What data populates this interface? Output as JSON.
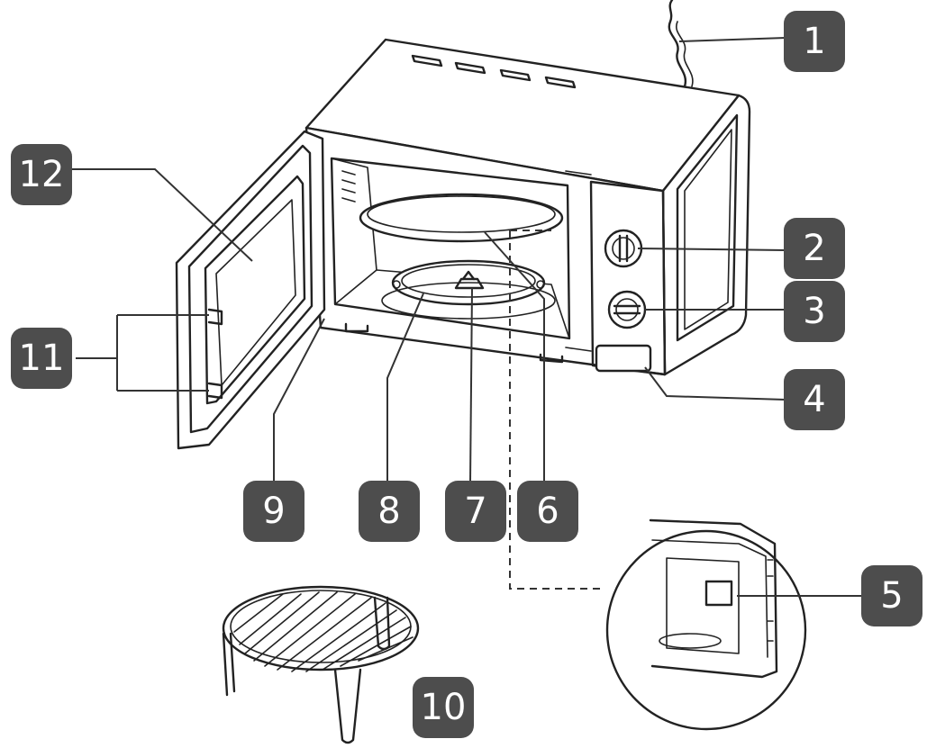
{
  "callouts": [
    {
      "id": "1",
      "label": "1"
    },
    {
      "id": "2",
      "label": "2"
    },
    {
      "id": "3",
      "label": "3"
    },
    {
      "id": "4",
      "label": "4"
    },
    {
      "id": "5",
      "label": "5"
    },
    {
      "id": "6",
      "label": "6"
    },
    {
      "id": "7",
      "label": "7"
    },
    {
      "id": "8",
      "label": "8"
    },
    {
      "id": "9",
      "label": "9"
    },
    {
      "id": "10",
      "label": "10"
    },
    {
      "id": "11",
      "label": "11"
    },
    {
      "id": "12",
      "label": "12"
    }
  ],
  "colors": {
    "callout_bg": "#4d4d4d",
    "callout_text": "#ffffff",
    "line": "#222222"
  }
}
